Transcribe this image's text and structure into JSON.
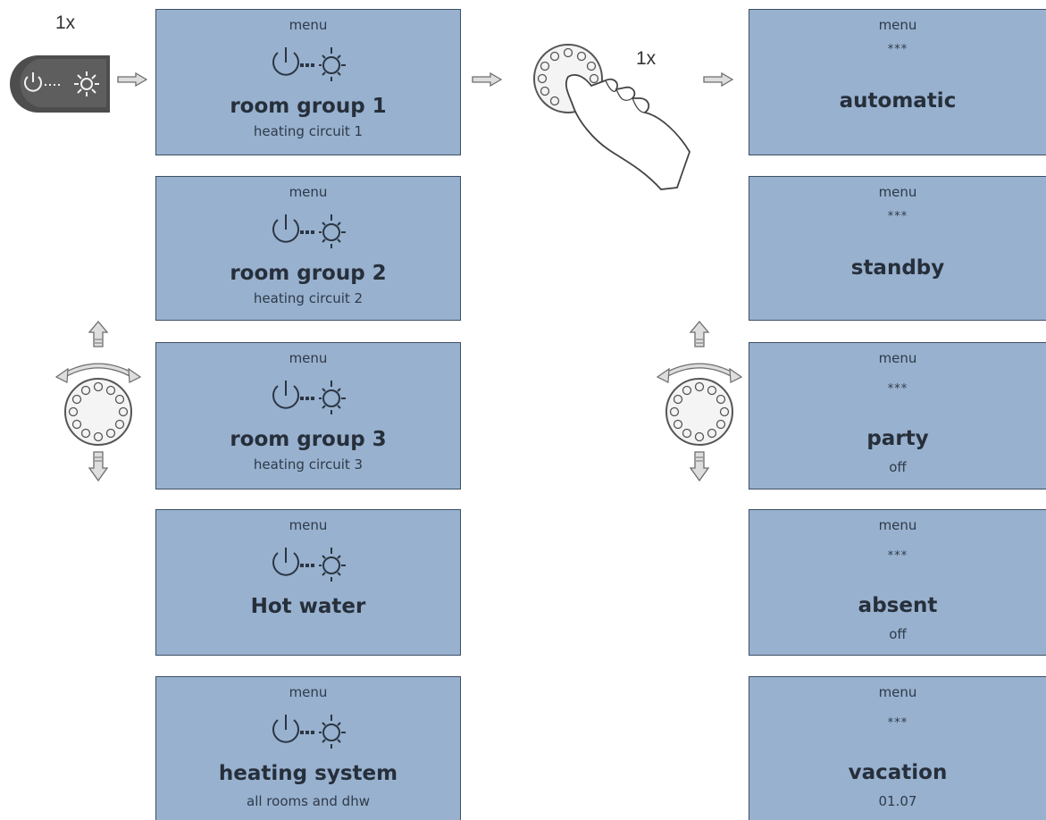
{
  "colors": {
    "panel": "#98b1cf",
    "panel_border": "#3e4f63",
    "arrow": "#d9d9d9"
  },
  "left_button": {
    "count_label": "1x",
    "icon": "power-sun-icon"
  },
  "right_knob": {
    "count_label": "1x",
    "icon": "hand-press-knob-icon"
  },
  "left_screens": [
    {
      "menu": "menu",
      "title": "room group 1",
      "subtitle": "heating circuit 1"
    },
    {
      "menu": "menu",
      "title": "room group 2",
      "subtitle": "heating circuit 2"
    },
    {
      "menu": "menu",
      "title": "room group 3",
      "subtitle": "heating circuit 3"
    },
    {
      "menu": "menu",
      "title": "Hot water",
      "subtitle": ""
    },
    {
      "menu": "menu",
      "title": "heating system",
      "subtitle": "all rooms and dhw"
    }
  ],
  "right_screens": [
    {
      "menu": "menu",
      "stars": "***",
      "title": "automatic",
      "subtitle": ""
    },
    {
      "menu": "menu",
      "stars": "***",
      "title": "standby",
      "subtitle": ""
    },
    {
      "menu": "menu",
      "stars": "***",
      "title": "party",
      "subtitle": "off"
    },
    {
      "menu": "menu",
      "stars": "***",
      "title": "absent",
      "subtitle": "off"
    },
    {
      "menu": "menu",
      "stars": "***",
      "title": "vacation",
      "subtitle": "01.07"
    }
  ],
  "knob_icons": [
    "rotary-knob-icon",
    "arrow-up-icon",
    "arrow-down-icon"
  ]
}
